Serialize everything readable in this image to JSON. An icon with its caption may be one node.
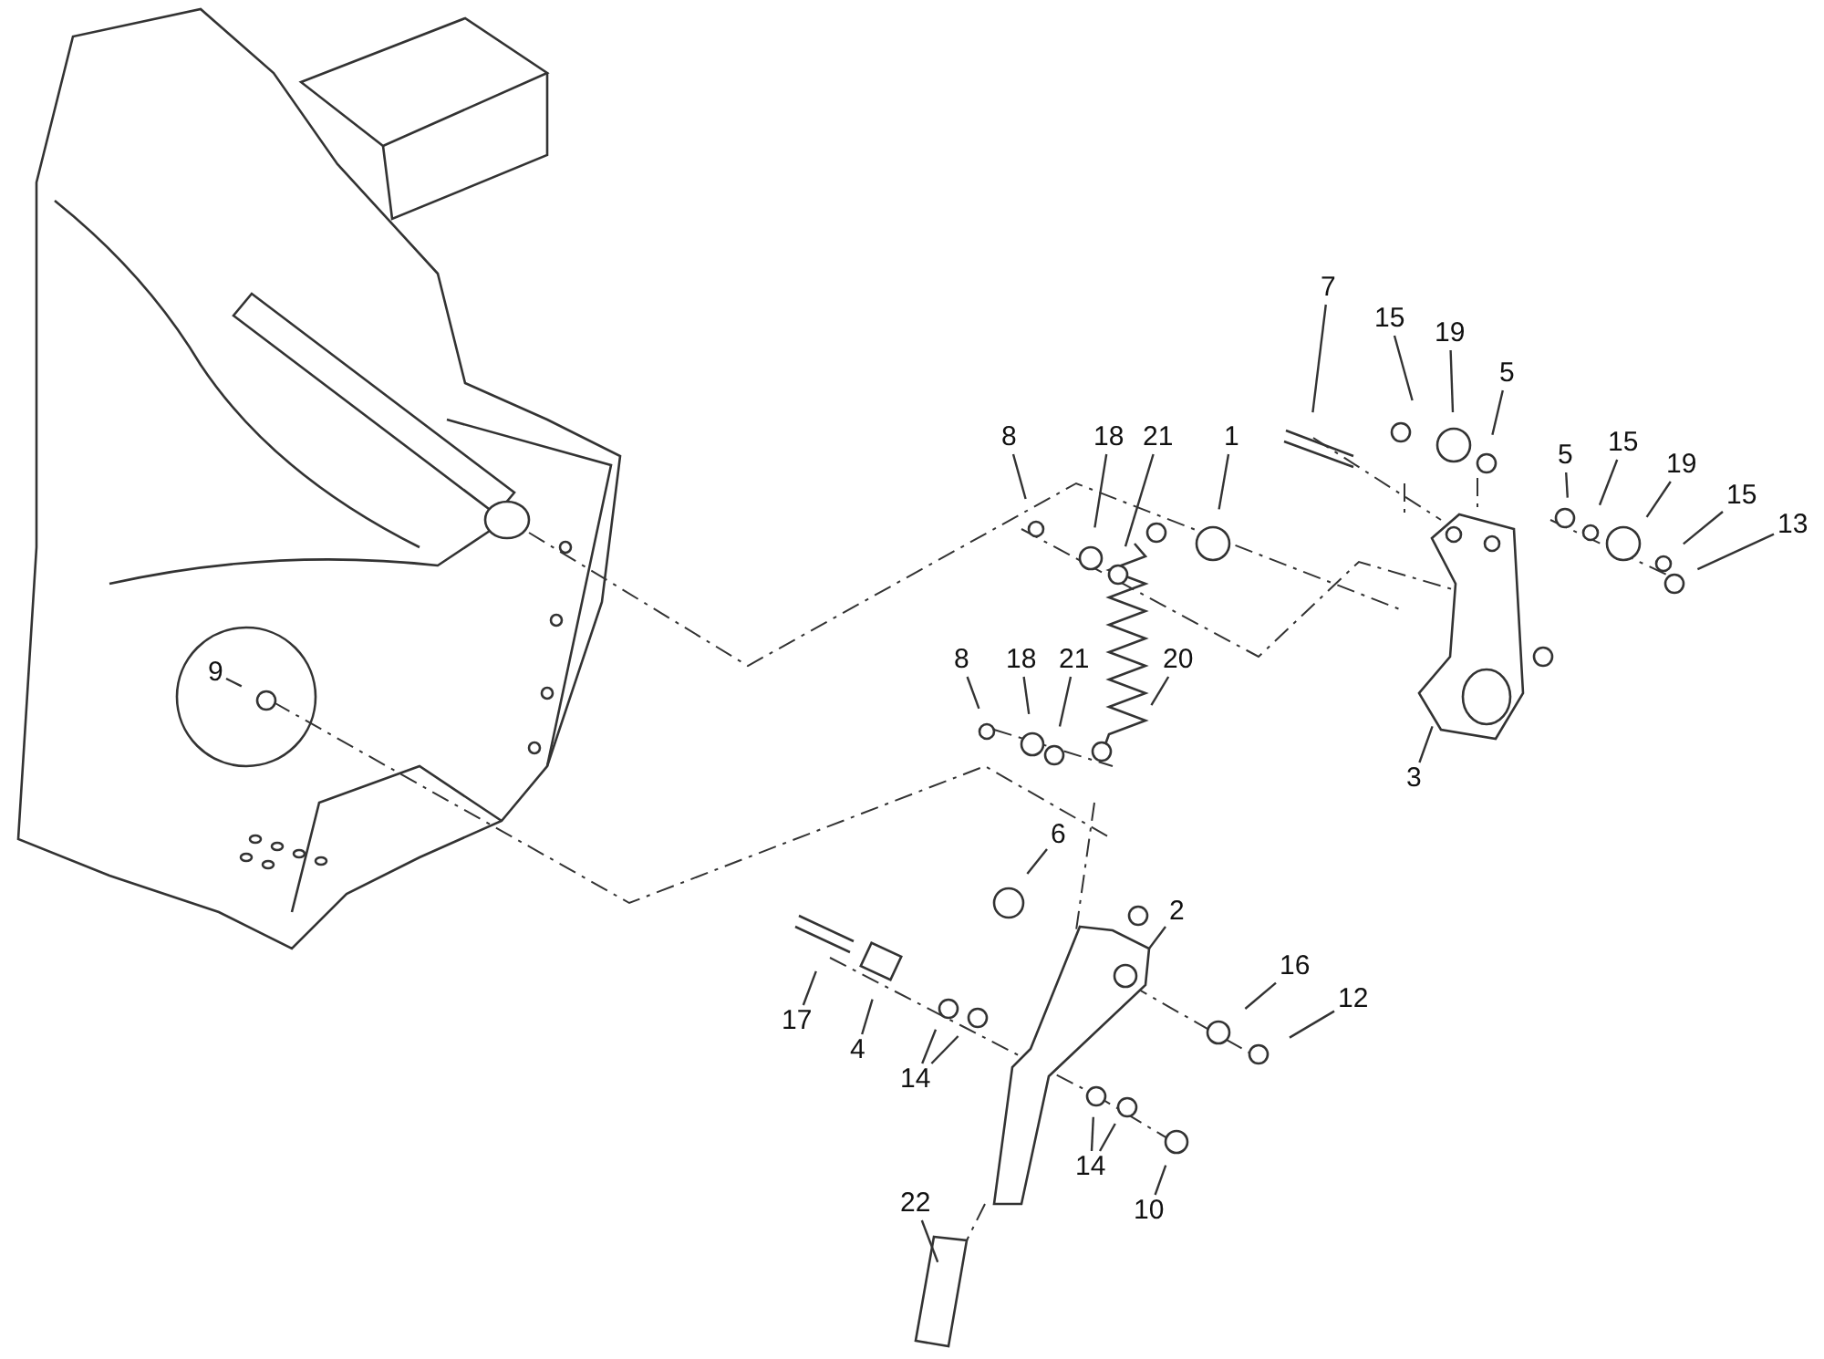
{
  "diagram": {
    "nodes": [
      {
        "text": [
          "7"
        ]
      },
      {
        "text": [
          "15"
        ]
      },
      {
        "text": [
          "19"
        ]
      },
      {
        "text": [
          "5"
        ]
      },
      {
        "text": [
          "5"
        ]
      },
      {
        "text": [
          "15"
        ]
      },
      {
        "text": [
          "19"
        ]
      },
      {
        "text": [
          "15"
        ]
      },
      {
        "text": [
          "13"
        ]
      },
      {
        "text": [
          "8"
        ]
      },
      {
        "text": [
          "18"
        ]
      },
      {
        "text": [
          "21"
        ]
      },
      {
        "text": [
          "1"
        ]
      },
      {
        "text": [
          "8"
        ]
      },
      {
        "text": [
          "18"
        ]
      },
      {
        "text": [
          "21"
        ]
      },
      {
        "text": [
          "20"
        ]
      },
      {
        "text": [
          "9"
        ]
      },
      {
        "text": [
          "3"
        ]
      },
      {
        "text": [
          "6"
        ]
      },
      {
        "text": [
          "2"
        ]
      },
      {
        "text": [
          "16"
        ]
      },
      {
        "text": [
          "17"
        ]
      },
      {
        "text": [
          "4"
        ]
      },
      {
        "text": [
          "12"
        ]
      },
      {
        "text": [
          "14"
        ]
      },
      {
        "text": [
          "14"
        ]
      },
      {
        "text": [
          "10"
        ]
      },
      {
        "text": [
          "22"
        ]
      }
    ],
    "edges": [
      {
        "from": 0,
        "to": null,
        "arrow": "none"
      },
      {
        "from": 1,
        "to": null,
        "arrow": "none"
      },
      {
        "from": 2,
        "to": null,
        "arrow": "none"
      },
      {
        "from": 3,
        "to": null,
        "arrow": "none"
      },
      {
        "from": 4,
        "to": null,
        "arrow": "none"
      },
      {
        "from": 5,
        "to": null,
        "arrow": "none"
      },
      {
        "from": 6,
        "to": null,
        "arrow": "none"
      },
      {
        "from": 7,
        "to": null,
        "arrow": "none"
      },
      {
        "from": 8,
        "to": null,
        "arrow": "none"
      },
      {
        "from": 9,
        "to": null,
        "arrow": "none"
      },
      {
        "from": 10,
        "to": null,
        "arrow": "none"
      },
      {
        "from": 11,
        "to": null,
        "arrow": "none"
      },
      {
        "from": 12,
        "to": null,
        "arrow": "none"
      },
      {
        "from": 13,
        "to": null,
        "arrow": "none"
      },
      {
        "from": 14,
        "to": null,
        "arrow": "none"
      },
      {
        "from": 15,
        "to": null,
        "arrow": "none"
      },
      {
        "from": 16,
        "to": null,
        "arrow": "none"
      },
      {
        "from": 17,
        "to": null,
        "arrow": "none"
      },
      {
        "from": 18,
        "to": null,
        "arrow": "none"
      },
      {
        "from": 19,
        "to": null,
        "arrow": "none"
      },
      {
        "from": 20,
        "to": null,
        "arrow": "none"
      },
      {
        "from": 21,
        "to": null,
        "arrow": "none"
      },
      {
        "from": 22,
        "to": null,
        "arrow": "none"
      },
      {
        "from": 23,
        "to": null,
        "arrow": "none"
      },
      {
        "from": 24,
        "to": null,
        "arrow": "none"
      },
      {
        "from": 25,
        "to": null,
        "arrow": "none"
      },
      {
        "from": 25,
        "to": null,
        "arrow": "none"
      },
      {
        "from": 26,
        "to": null,
        "arrow": "none"
      },
      {
        "from": 26,
        "to": null,
        "arrow": "none"
      },
      {
        "from": 27,
        "to": null,
        "arrow": "none"
      },
      {
        "from": 28,
        "to": null,
        "arrow": "none"
      }
    ]
  }
}
